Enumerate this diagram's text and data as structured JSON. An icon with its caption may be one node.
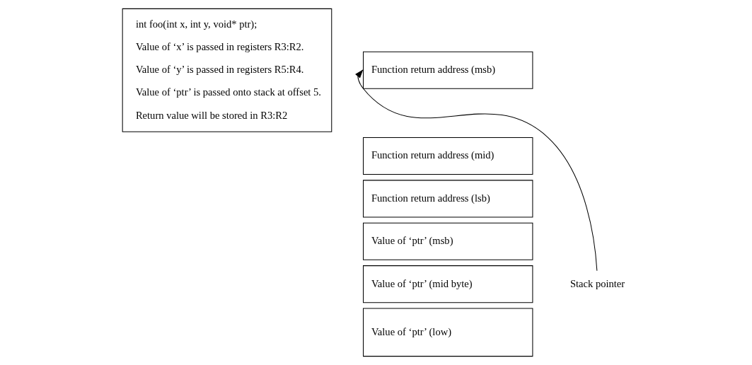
{
  "diagram": {
    "nodes": [
      {
        "text": [
          "int foo(int x, int y, void* ptr);",
          "Value of ‘x’ is passed in registers R3:R2.",
          "Value of ‘y’ is passed in registers R5:R4.",
          "Value of ‘ptr’ is passed onto stack at offset 5.",
          "Return value will be stored in R3:R2"
        ]
      },
      {
        "text": [
          "Function return address (msb)"
        ]
      },
      {
        "text": [
          "Function return address (mid)"
        ]
      },
      {
        "text": [
          "Function return address (lsb)"
        ]
      },
      {
        "text": [
          "Value of ‘ptr’ (msb)"
        ]
      },
      {
        "text": [
          "Value of ‘ptr’ (mid byte)"
        ]
      },
      {
        "text": [
          "Value of ‘ptr’ (low)"
        ]
      },
      {
        "text": [
          "Stack pointer"
        ]
      }
    ],
    "edges": [
      {
        "from": 7,
        "to": 1,
        "arrow": "to"
      }
    ]
  }
}
